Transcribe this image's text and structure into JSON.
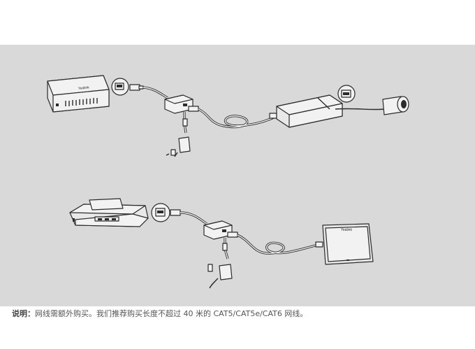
{
  "device_labels": {
    "mini_pc": "Yealink",
    "touch_panel": "Yealink"
  },
  "note": {
    "label": "说明：",
    "text": "网线需额外购买。我们推荐购买长度不超过 40 米的 CAT5/CAT5e/CAT6 网线。"
  },
  "colors": {
    "panel_bg": "#d9d9d9",
    "device_fill": "#f2f2f2",
    "device_fill_dark": "#e6e6e6",
    "stroke": "#2b2b2b"
  }
}
